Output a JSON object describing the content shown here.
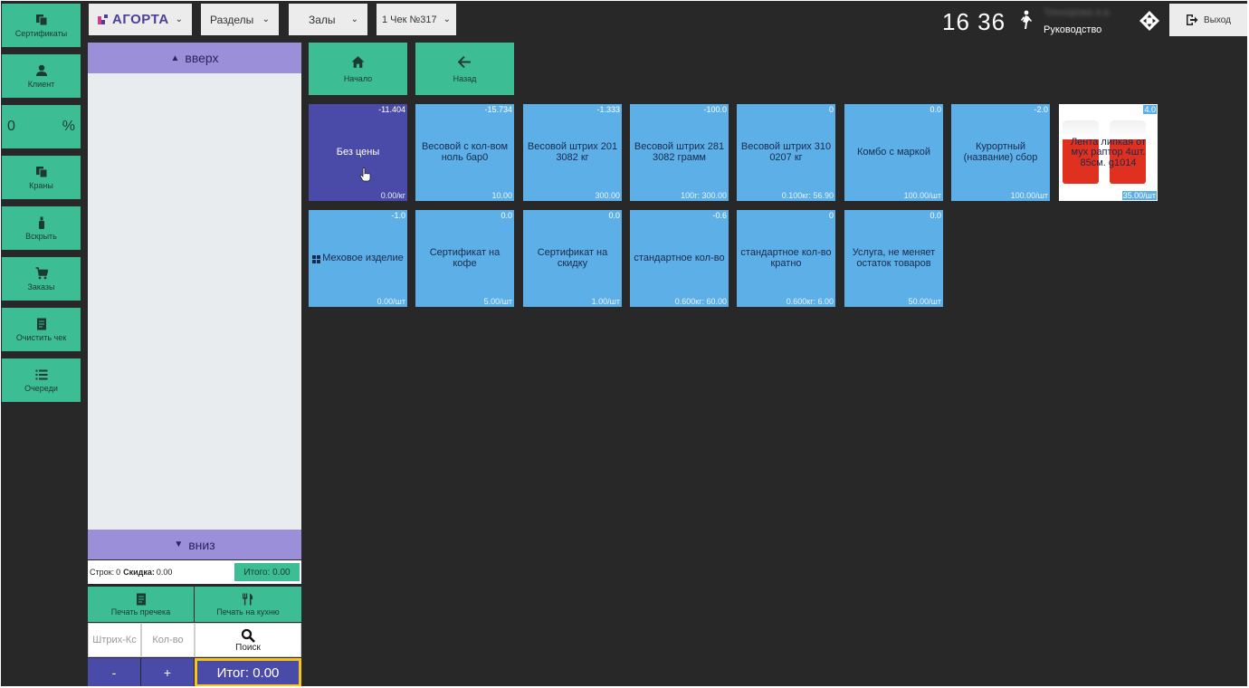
{
  "sidebar": {
    "certificates": "Сертификаты",
    "client": "Клиент",
    "discount_value": "0",
    "discount_unit": "%",
    "taps": "Краны",
    "open": "Вскрыть",
    "orders": "Заказы",
    "clear_check": "Очистить чек",
    "queues": "Очереди"
  },
  "header": {
    "logo": "АГОРТА",
    "sections": "Разделы",
    "halls": "Залы",
    "check": "1 Чек №317",
    "time": "16 36",
    "user_name": "Тоннорова я.в.",
    "user_role": "Руководство",
    "exit": "Выход"
  },
  "panel": {
    "up": "вверх",
    "down": "вниз",
    "rows_label": "Строк:",
    "rows_value": "0",
    "discount_label": "Скидка:",
    "discount_value": "0.00",
    "itogo_small": "Итого: 0.00",
    "print_precheck": "Печать пречека",
    "print_kitchen": "Печать на кухню",
    "barcode_placeholder": "Штрих-Кс",
    "qty_placeholder": "Кол-во",
    "search": "Поиск",
    "minus": "-",
    "plus": "+",
    "total": "Итог: 0.00"
  },
  "nav": {
    "home": "Начало",
    "back": "Назад"
  },
  "tiles": [
    {
      "qty": "-11.404",
      "name": "Без цены",
      "price": "0.00/кг"
    },
    {
      "qty": "-15.734",
      "name": "Весовой с кол-вом ноль бар0",
      "price": "10.00"
    },
    {
      "qty": "-1.333",
      "name": "Весовой штрих 201 3082 кг",
      "price": "300.00"
    },
    {
      "qty": "-100.0",
      "name": "Весовой штрих 281 3082 грамм",
      "price": "100г: 300.00"
    },
    {
      "qty": "0",
      "name": "Весовой штрих 310 0207 кг",
      "price": "0.100кг: 56.90"
    },
    {
      "qty": "0.0",
      "name": "Комбо с маркой",
      "price": "100.00/шт"
    },
    {
      "qty": "-2.0",
      "name": "Курортный (название) сбор",
      "price": "100.00/шт"
    },
    {
      "qty": "4.0",
      "name": "Лента липкая от мух раптор 4шт. 85см. g1014",
      "price": "35.00/шт"
    },
    {
      "qty": "-1.0",
      "name": "Меховое изделие",
      "price": "0.00/шт"
    },
    {
      "qty": "0.0",
      "name": "Сертификат на кофе",
      "price": "5.00/шт"
    },
    {
      "qty": "0.0",
      "name": "Сертификат на скидку",
      "price": "1.00/шт"
    },
    {
      "qty": "-0.6",
      "name": "стандартное кол-во",
      "price": "0.600кг: 60.00"
    },
    {
      "qty": "0",
      "name": "стандартное кол-во кратно",
      "price": "0.600кг: 6.00"
    },
    {
      "qty": "0.0",
      "name": "Услуга, не меняет остаток товаров",
      "price": "50.00/шт"
    }
  ],
  "colors": {
    "background": "#282828",
    "accent_green": "#3dbd94",
    "tile_blue": "#5dafe8",
    "selected_navy": "#4a4aa8",
    "purple": "#9a8fd8",
    "highlight": "#f5c518"
  }
}
